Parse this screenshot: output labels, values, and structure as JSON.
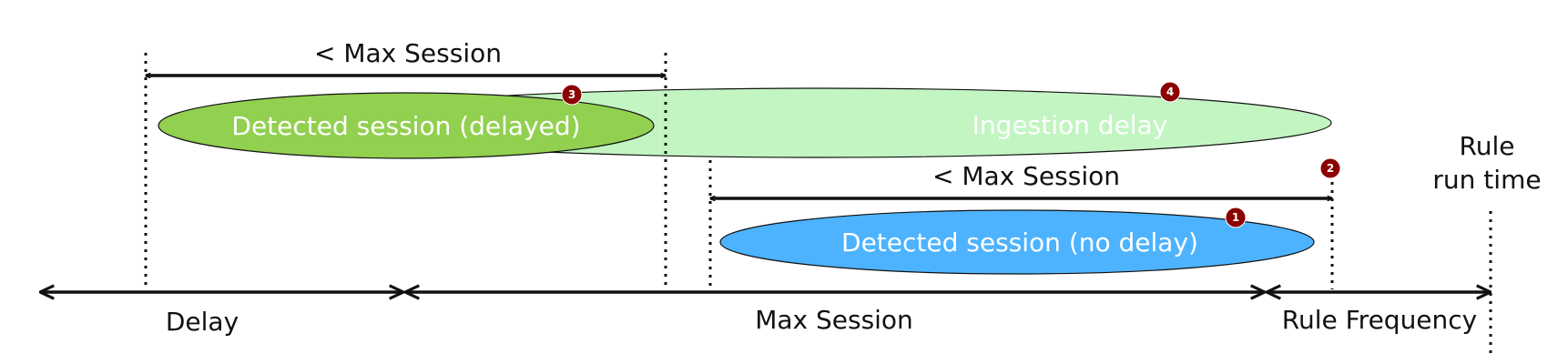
{
  "colors": {
    "delayed_session": "#92d050",
    "ingestion_delay": "#c2f5c2",
    "no_delay_session": "#4db3ff",
    "badge": "#8b0000",
    "line": "#111111"
  },
  "labels": {
    "max_session_top": "< Max Session",
    "max_session_mid": "< Max Session",
    "rule_run_time_line1": "Rule",
    "rule_run_time_line2": "run time",
    "delay": "Delay",
    "max_session": "Max Session",
    "rule_frequency": "Rule Frequency"
  },
  "ellipses": {
    "detected_delayed": "Detected session (delayed)",
    "ingestion_delay": "Ingestion delay",
    "detected_no_delay": "Detected session (no delay)"
  },
  "badges": {
    "b1": "1",
    "b2": "2",
    "b3": "3",
    "b4": "4"
  }
}
